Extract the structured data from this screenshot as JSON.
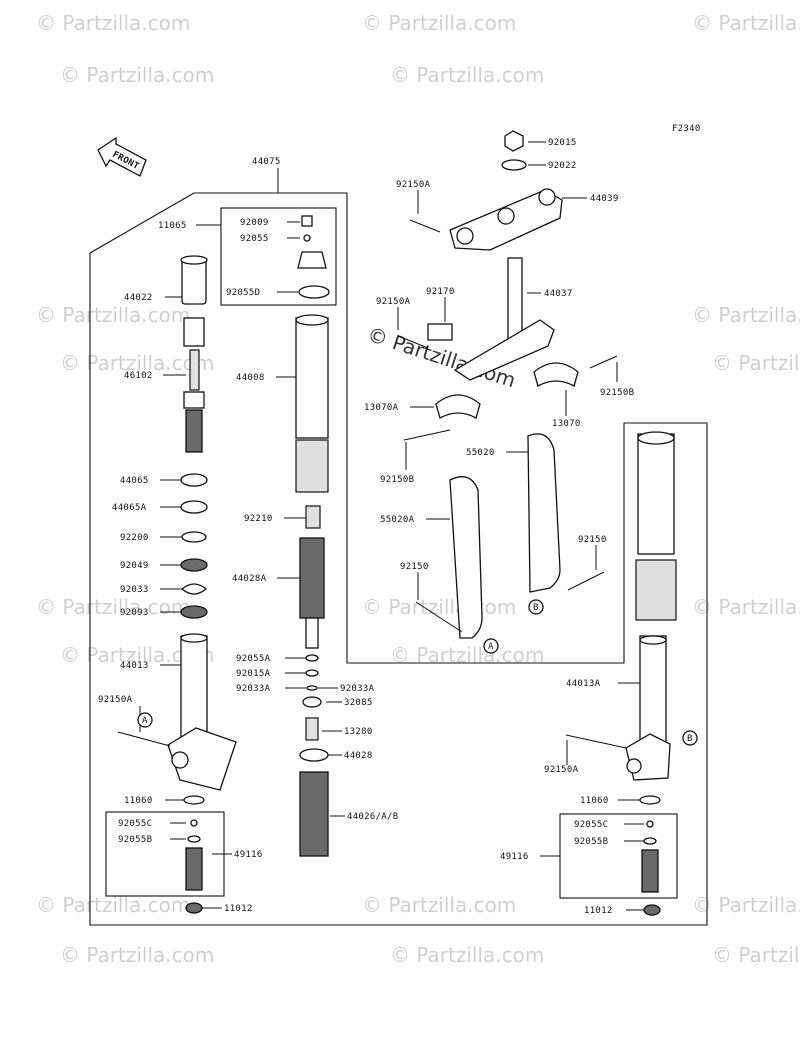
{
  "figure_code": "F2340",
  "front_arrow_label": "FRONT",
  "watermark": "© Partzilla.com",
  "callout_marks": {
    "a": "A",
    "b": "B"
  },
  "part_labels": {
    "p44075": "44075",
    "p11065": "11065",
    "p92009": "92009",
    "p92055": "92055",
    "p92055D": "92055D",
    "p44022": "44022",
    "p46102": "46102",
    "p44008": "44008",
    "p44065": "44065",
    "p44065A": "44065A",
    "p92200": "92200",
    "p92049": "92049",
    "p92033": "92033",
    "p92093": "92093",
    "p92210": "92210",
    "p44028A": "44028A",
    "p44013": "44013",
    "p92055A": "92055A",
    "p92015A": "92015A",
    "p92033A_l": "92033A",
    "p92033A_r": "92033A",
    "p32085": "32085",
    "p13280": "13280",
    "p44028": "44028",
    "p44026": "44026/A/B",
    "p92150A_l": "92150A",
    "p11060_l": "11060",
    "p92055C_l": "92055C",
    "p92055B_l": "92055B",
    "p49116_l": "49116",
    "p11012_l": "11012",
    "p92015": "92015",
    "p92022": "92022",
    "p92150A_top": "92150A",
    "p44039": "44039",
    "p92150A_mid": "92150A",
    "p92170": "92170",
    "p44037": "44037",
    "p92150B_r": "92150B",
    "p13070A": "13070A",
    "p13070": "13070",
    "p92150B_m": "92150B",
    "p55020": "55020",
    "p55020A": "55020A",
    "p92150_r": "92150",
    "p92150_l": "92150",
    "p44013A": "44013A",
    "p92150A_r": "92150A",
    "p11060_r": "11060",
    "p92055C_r": "92055C",
    "p92055B_r": "92055B",
    "p49116_r": "49116",
    "p11012_r": "11012"
  }
}
